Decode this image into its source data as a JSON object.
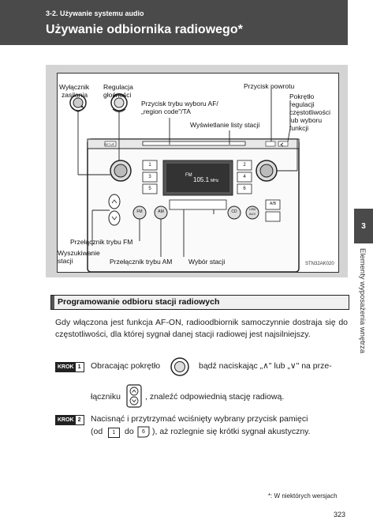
{
  "header": {
    "section": "3-2. Używanie systemu audio",
    "title": "Używanie odbiornika radiowego*"
  },
  "side": {
    "tab_number": "3",
    "chapter": "Elementy wyposażenia wnętrza"
  },
  "figure": {
    "labels": {
      "power_l1": "Wyłącznik",
      "power_l2": "zasilania",
      "volume_l1": "Regulacja",
      "volume_l2": "głośności",
      "return_button": "Przycisk powrotu",
      "tuning_l1": "Pokrętło",
      "tuning_l2": "regulacji",
      "tuning_l3": "częstotliwości",
      "tuning_l4": "lub wyboru",
      "tuning_l5": "funkcji",
      "af_mode_l1": "Przycisk trybu wyboru AF/",
      "af_mode_l2": "„region code\"/TA",
      "station_list": "Wyświetlanie listy stacji",
      "fm_switch": "Przełącznik trybu FM",
      "seek_l1": "Wyszukiwanie",
      "seek_l2": "stacji",
      "am_switch": "Przełącznik trybu AM",
      "station_select": "Wybór stacji"
    },
    "radio": {
      "setup": "SETUP",
      "band_fm": "FM",
      "band_am": "AM",
      "frequency": "105.1",
      "unit": "MHz",
      "cd": "CD",
      "usb": "USB",
      "aux": "AUX",
      "a_to": "A/B",
      "fm_btn": "FM",
      "am_btn": "AM",
      "preset_1": "1",
      "preset_2": "2",
      "preset_3": "3",
      "preset_4": "4",
      "preset_5": "5",
      "preset_6": "6"
    },
    "code": "STN32AK020"
  },
  "section": {
    "title": "Programowanie odbioru stacji radiowych"
  },
  "intro": "Gdy włączona jest funkcja AF-ON, radioodbiornik samoczynnie dostraja się do częstotliwości, dla której sygnał danej stacji radiowej jest najsilniejszy.",
  "steps": {
    "krok_label": "KROK",
    "step1_num": "1",
    "step1_a": "Obracając pokrętło",
    "step1_b": "bądź naciskając „∧\" lub „∨\" na prze-",
    "step1_c": "łączniku",
    "step1_d": ", znaleźć odpowiednią stację radiową.",
    "step2_num": "2",
    "step2_a": "Nacisnąć i przytrzymać wciśnięty wybrany przycisk pamięci",
    "step2_b": "(od",
    "step2_c": "do",
    "step2_d": "), aż rozlegnie się krótki sygnał akustyczny.",
    "icon_from": "1",
    "icon_to": "6"
  },
  "footnote": "*: W niektórych wersjach",
  "page_number": "323"
}
